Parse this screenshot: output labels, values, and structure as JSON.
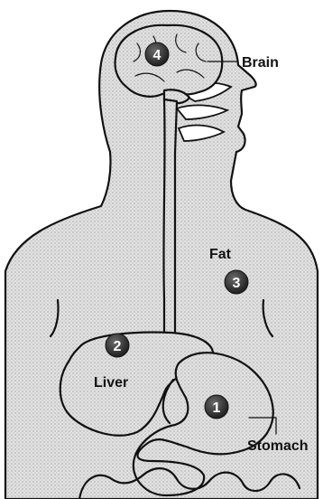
{
  "labels": {
    "brain": "Brain",
    "fat": "Fat",
    "liver": "Liver",
    "stomach": "Stomach"
  },
  "markers": [
    {
      "organ": "stomach",
      "number": "1"
    },
    {
      "organ": "liver",
      "number": "2"
    },
    {
      "organ": "fat",
      "number": "3"
    },
    {
      "organ": "brain",
      "number": "4"
    }
  ],
  "colors": {
    "ink": "#111111",
    "stipple_fill": "#d9d9d9",
    "marker_fill": "#2b2b2b",
    "marker_text": "#ffffff"
  }
}
